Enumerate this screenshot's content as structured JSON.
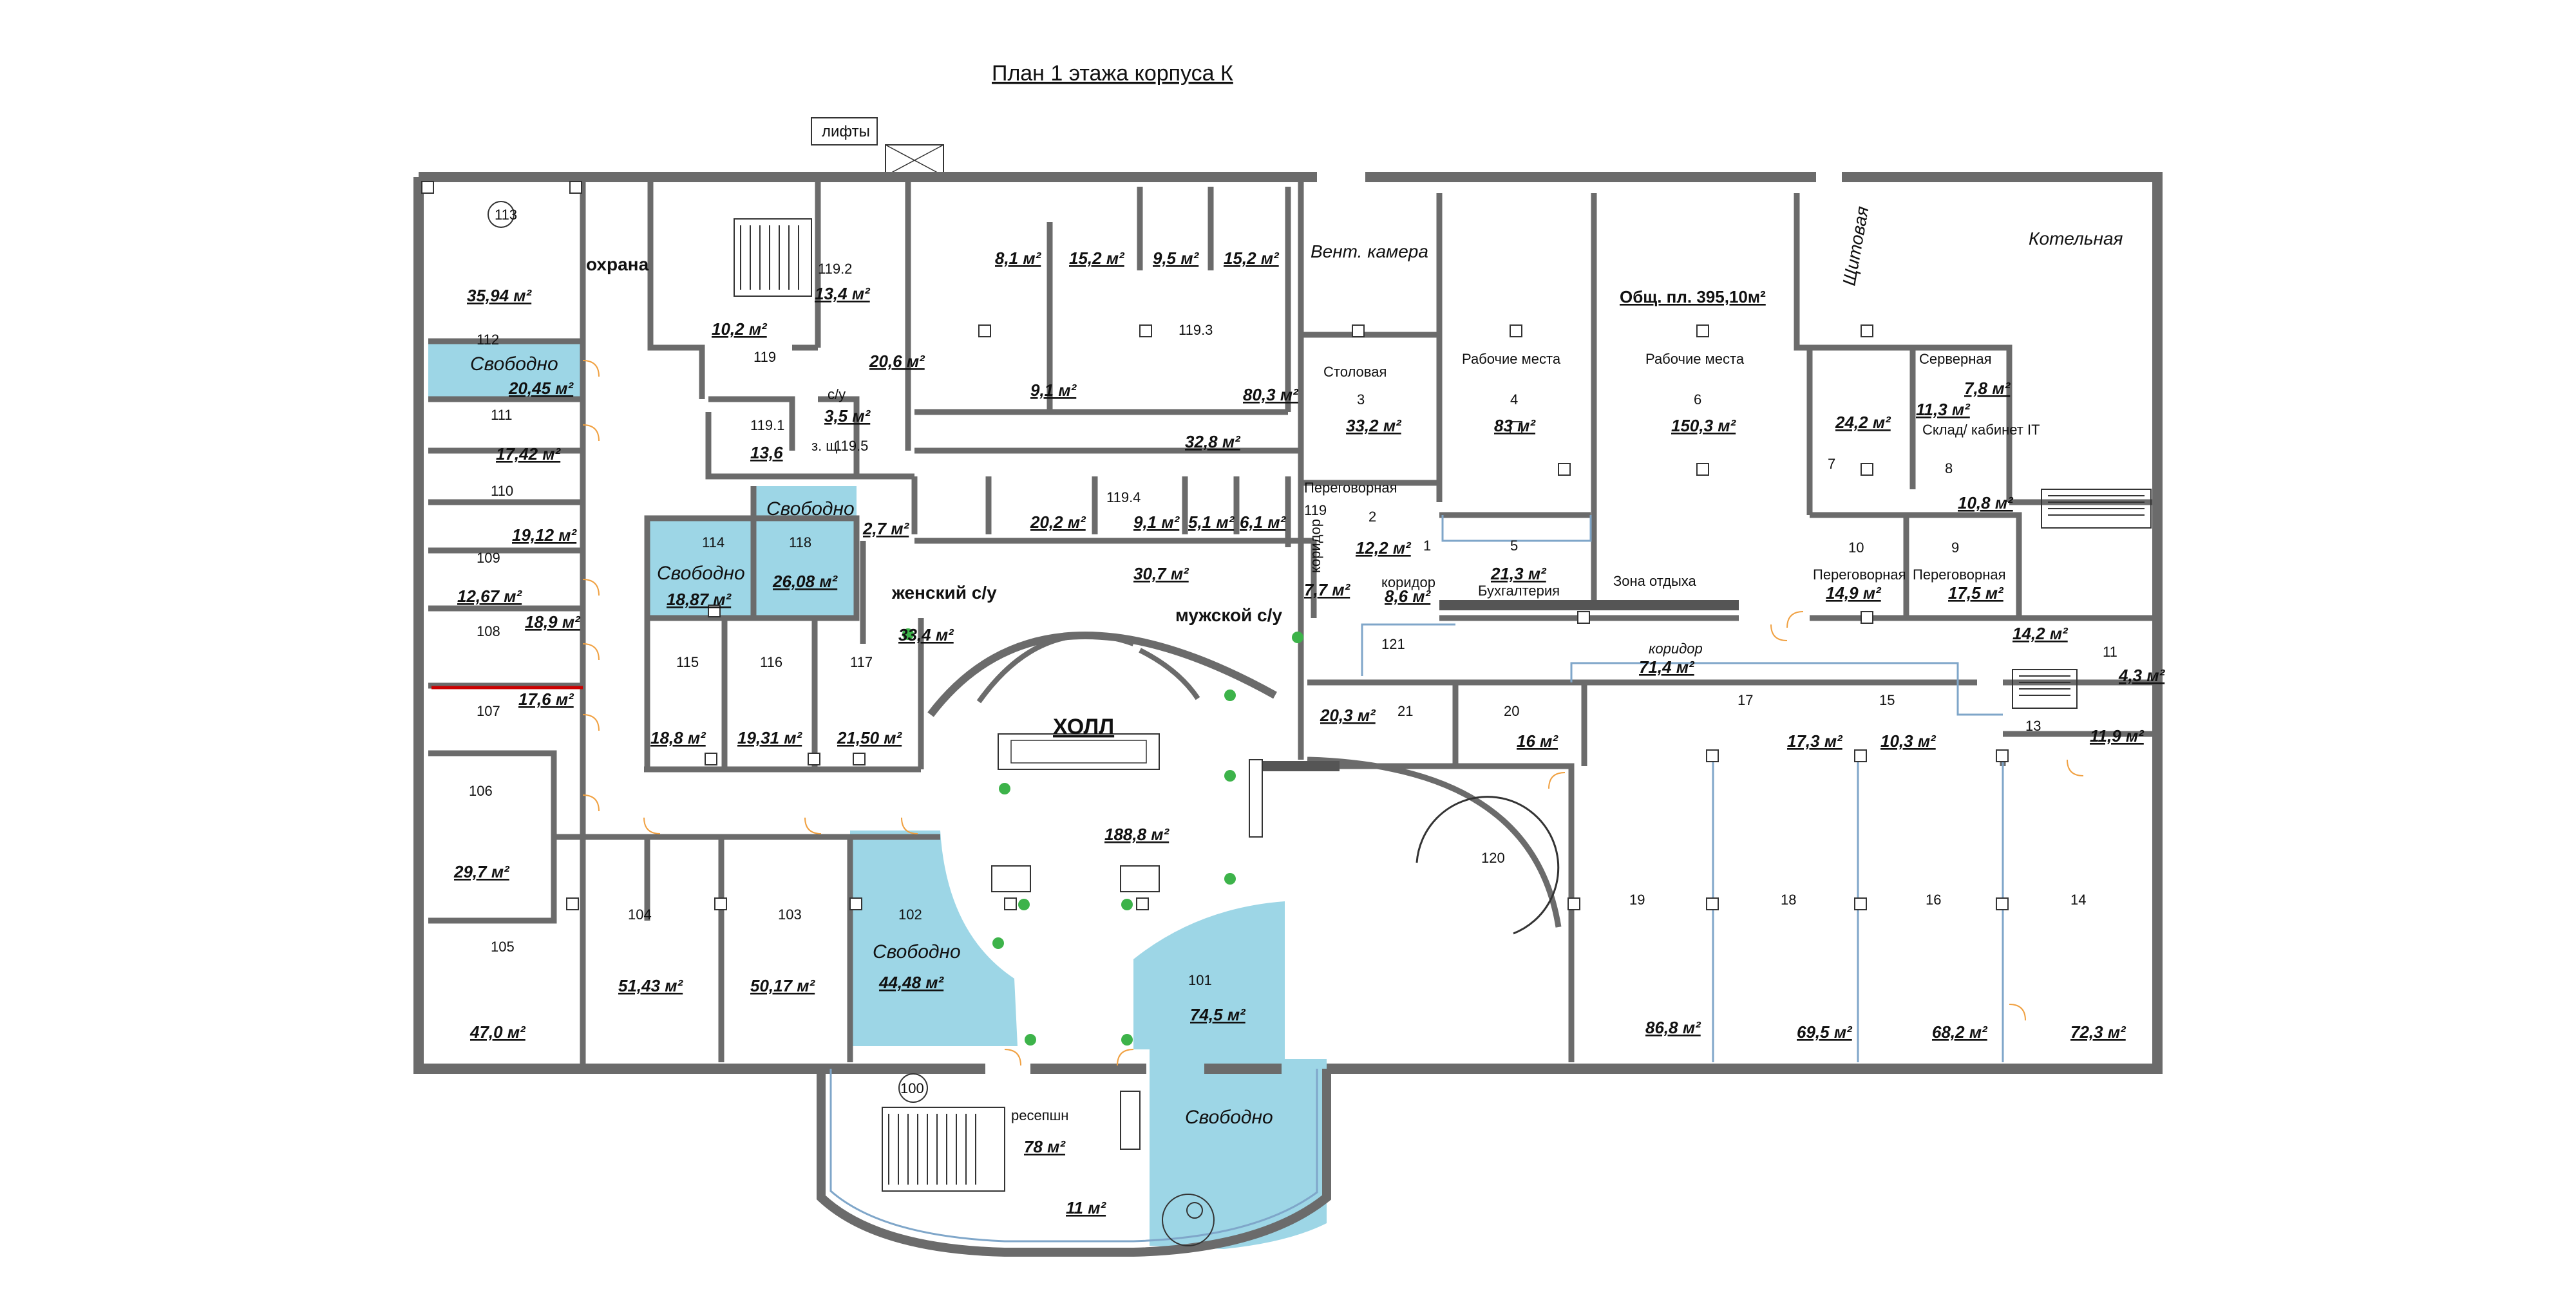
{
  "title": "План 1 этажа корпуса К",
  "lifts_label": "лифты",
  "colors": {
    "wall": "#6b6b6b",
    "free": "#9dd6e6",
    "stroke": "#333333",
    "accent_red": "#cc0000",
    "glass": "#7fa6c9",
    "plant": "#3db34a"
  },
  "rooms": [
    {
      "id": "r113",
      "num": "113",
      "area": "35,94 м²",
      "name": "",
      "free": false
    },
    {
      "id": "rguard",
      "num": "",
      "area": "",
      "name": "охрана",
      "free": false
    },
    {
      "id": "r112",
      "num": "112",
      "area": "20,45 м²",
      "name": "Свободно",
      "free": true
    },
    {
      "id": "r111",
      "num": "111",
      "area": "17,42 м²",
      "name": "",
      "free": false
    },
    {
      "id": "r110",
      "num": "110",
      "area": "19,12 м²",
      "name": "",
      "free": false
    },
    {
      "id": "r109",
      "num": "109",
      "area": "12,67 м²",
      "name": "",
      "free": false
    },
    {
      "id": "r108",
      "num": "108",
      "area": "18,9 м²",
      "name": "",
      "free": false
    },
    {
      "id": "r107",
      "num": "107",
      "area": "17,6 м²",
      "name": "",
      "free": false
    },
    {
      "id": "r106",
      "num": "106",
      "area": "29,7 м²",
      "name": "",
      "free": false
    },
    {
      "id": "r105",
      "num": "105",
      "area": "47,0 м²",
      "name": "",
      "free": false
    },
    {
      "id": "r104",
      "num": "104",
      "area": "51,43 м²",
      "name": "",
      "free": false
    },
    {
      "id": "r103",
      "num": "103",
      "area": "50,17 м²",
      "name": "",
      "free": false
    },
    {
      "id": "r102",
      "num": "102",
      "area": "44,48 м²",
      "name": "Свободно",
      "free": true
    },
    {
      "id": "r101",
      "num": "101",
      "area": "74,5 м²",
      "name": "Свободно",
      "free": true
    },
    {
      "id": "r114",
      "num": "114",
      "area": "18,87 м²",
      "name": "Свободно",
      "free": true
    },
    {
      "id": "r118",
      "num": "118",
      "area": "26,08 м²",
      "name": "Свободно",
      "free": true
    },
    {
      "id": "r115",
      "num": "115",
      "area": "18,8 м²",
      "name": "",
      "free": false
    },
    {
      "id": "r116",
      "num": "116",
      "area": "19,31 м²",
      "name": "",
      "free": false
    },
    {
      "id": "r117",
      "num": "117",
      "area": "21,50 м²",
      "name": "",
      "free": false
    },
    {
      "id": "r1192",
      "num": "119.2",
      "area": "13,4 м²",
      "name": "",
      "free": false
    },
    {
      "id": "r1191",
      "num": "119.1",
      "area": "13,6",
      "name": "",
      "free": false
    },
    {
      "id": "r119a",
      "num": "119",
      "area": "10,2 м²",
      "name": "",
      "free": false
    },
    {
      "id": "r1195",
      "num": "119.5",
      "area": "",
      "name": "з. щ.",
      "free": false
    },
    {
      "id": "rsu1",
      "num": "",
      "area": "3,5 м²",
      "name": "с/у",
      "free": false
    },
    {
      "id": "r206",
      "num": "",
      "area": "20,6 м²",
      "name": "",
      "free": false
    },
    {
      "id": "r1193",
      "num": "119.3",
      "area": "80,3 м²",
      "name": "",
      "free": false
    },
    {
      "id": "r81",
      "num": "",
      "area": "8,1 м²",
      "name": "",
      "free": false
    },
    {
      "id": "r152a",
      "num": "",
      "area": "15,2 м²",
      "name": "",
      "free": false
    },
    {
      "id": "r95",
      "num": "",
      "area": "9,5 м²",
      "name": "",
      "free": false
    },
    {
      "id": "r152b",
      "num": "",
      "area": "15,2 м²",
      "name": "",
      "free": false
    },
    {
      "id": "r91",
      "num": "",
      "area": "9,1 м²",
      "name": "",
      "free": false
    },
    {
      "id": "r328",
      "num": "",
      "area": "32,8 м²",
      "name": "",
      "free": false
    },
    {
      "id": "r1194",
      "num": "119.4",
      "area": "",
      "name": "",
      "free": false
    },
    {
      "id": "r202",
      "num": "",
      "area": "20,2 м²",
      "name": "",
      "free": false
    },
    {
      "id": "r91b",
      "num": "",
      "area": "9,1 м²",
      "name": "",
      "free": false
    },
    {
      "id": "r51",
      "num": "",
      "area": "5,1 м²",
      "name": "",
      "free": false
    },
    {
      "id": "r61",
      "num": "",
      "area": "6,1 м²",
      "name": "",
      "free": false
    },
    {
      "id": "r27",
      "num": "",
      "area": "2,7 м²",
      "name": "",
      "free": false
    },
    {
      "id": "rwc_f",
      "num": "",
      "area": "33,4 м²",
      "name": "женский с/у",
      "free": false
    },
    {
      "id": "rwc_m",
      "num": "",
      "area": "30,7 м²",
      "name": "мужской с/у",
      "free": false
    },
    {
      "id": "rhall",
      "num": "",
      "area": "188,8 м²",
      "name": "ХОЛЛ",
      "free": false
    },
    {
      "id": "r100",
      "num": "100",
      "area": "78 м²",
      "name": "ресепшн",
      "free": false
    },
    {
      "id": "r11m",
      "num": "",
      "area": "11 м²",
      "name": "",
      "free": false
    },
    {
      "id": "r120",
      "num": "120",
      "area": "",
      "name": "",
      "free": false
    },
    {
      "id": "rvent",
      "num": "",
      "area": "",
      "name": "Вент. камера",
      "free": false
    },
    {
      "id": "r3",
      "num": "3",
      "area": "33,2 м²",
      "name": "Столовая",
      "free": false
    },
    {
      "id": "r2",
      "num": "2",
      "area": "12,2 м²",
      "name": "Переговорная",
      "free": false
    },
    {
      "id": "r1",
      "num": "1",
      "area": "",
      "name": "",
      "free": false
    },
    {
      "id": "r119c",
      "num": "119",
      "area": "7,7 м²",
      "name": "коридор",
      "free": false
    },
    {
      "id": "rkor86",
      "num": "",
      "area": "8,6 м²",
      "name": "коридор",
      "free": false
    },
    {
      "id": "r4",
      "num": "4",
      "area": "83 м²",
      "name": "Рабочие места",
      "free": false
    },
    {
      "id": "r5",
      "num": "5",
      "area": "21,3 м²",
      "name": "Бухгалтерия",
      "free": false
    },
    {
      "id": "r6",
      "num": "6",
      "area": "150,3 м²",
      "name": "Рабочие места",
      "free": false
    },
    {
      "id": "rtotal",
      "num": "",
      "area": "Общ. пл. 395,10м²",
      "name": "",
      "free": false
    },
    {
      "id": "rrest",
      "num": "",
      "area": "",
      "name": "Зона отдыха",
      "free": false
    },
    {
      "id": "rshch",
      "num": "",
      "area": "",
      "name": "Щитовая",
      "free": false
    },
    {
      "id": "rboil",
      "num": "",
      "area": "",
      "name": "Котельная",
      "free": false
    },
    {
      "id": "r7",
      "num": "7",
      "area": "24,2 м²",
      "name": "",
      "free": false
    },
    {
      "id": "rsrv",
      "num": "",
      "area": "7,8 м²",
      "name": "Серверная",
      "free": false
    },
    {
      "id": "r8",
      "num": "8",
      "area": "11,3 м²",
      "name": "Склад/ кабинет IT",
      "free": false
    },
    {
      "id": "r108b",
      "num": "",
      "area": "10,8 м²",
      "name": "",
      "free": false
    },
    {
      "id": "r10",
      "num": "10",
      "area": "14,9 м²",
      "name": "Переговорная",
      "free": false
    },
    {
      "id": "r9",
      "num": "9",
      "area": "17,5 м²",
      "name": "Переговорная",
      "free": false
    },
    {
      "id": "r142",
      "num": "",
      "area": "14,2 м²",
      "name": "",
      "free": false
    },
    {
      "id": "r11",
      "num": "11",
      "area": "4,3 м²",
      "name": "",
      "free": false
    },
    {
      "id": "r13",
      "num": "13",
      "area": "11,9 м²",
      "name": "",
      "free": false
    },
    {
      "id": "r121",
      "num": "121",
      "area": "",
      "name": "",
      "free": false
    },
    {
      "id": "rkor714",
      "num": "",
      "area": "71,4 м²",
      "name": "коридор",
      "free": false
    },
    {
      "id": "r21",
      "num": "21",
      "area": "20,3 м²",
      "name": "",
      "free": false
    },
    {
      "id": "r20",
      "num": "20",
      "area": "16 м²",
      "name": "",
      "free": false
    },
    {
      "id": "r17",
      "num": "17",
      "area": "17,3 м²",
      "name": "",
      "free": false
    },
    {
      "id": "r15",
      "num": "15",
      "area": "10,3 м²",
      "name": "",
      "free": false
    },
    {
      "id": "r19",
      "num": "19",
      "area": "86,8 м²",
      "name": "",
      "free": false
    },
    {
      "id": "r18",
      "num": "18",
      "area": "69,5 м²",
      "name": "",
      "free": false
    },
    {
      "id": "r16",
      "num": "16",
      "area": "68,2 м²",
      "name": "",
      "free": false
    },
    {
      "id": "r14",
      "num": "14",
      "area": "72,3 м²",
      "name": "",
      "free": false
    }
  ]
}
